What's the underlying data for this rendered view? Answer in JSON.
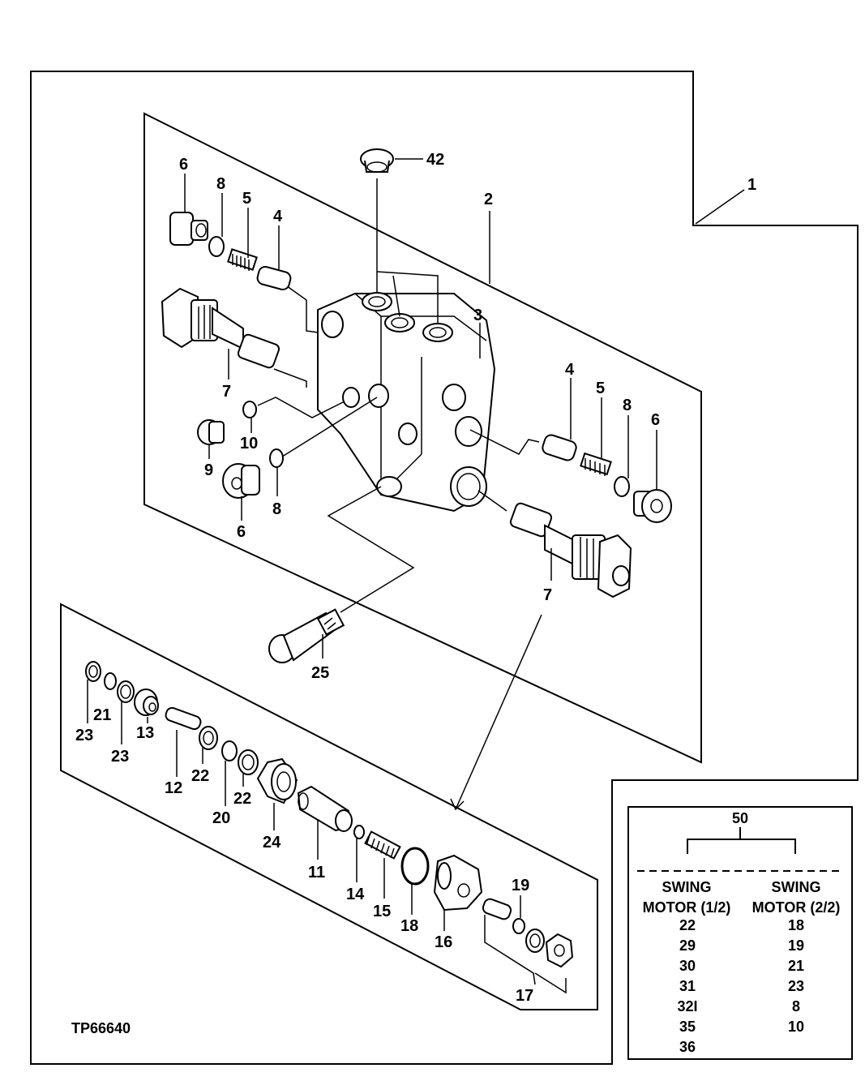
{
  "figure_id": "TP66640",
  "callouts": [
    "1",
    "2",
    "3",
    "4",
    "5",
    "6",
    "7",
    "8",
    "9",
    "10",
    "11",
    "12",
    "13",
    "14",
    "15",
    "16",
    "17",
    "18",
    "19",
    "20",
    "21",
    "22",
    "23",
    "24",
    "25",
    "42"
  ],
  "table": {
    "header_number": "50",
    "columns": [
      {
        "title_line1": "SWING",
        "title_line2": "MOTOR (1/2)",
        "values": [
          "22",
          "29",
          "30",
          "31",
          "32I",
          "35",
          "36"
        ]
      },
      {
        "title_line1": "SWING",
        "title_line2": "MOTOR (2/2)",
        "values": [
          "18",
          "19",
          "21",
          "23",
          "8",
          "10"
        ]
      }
    ]
  }
}
